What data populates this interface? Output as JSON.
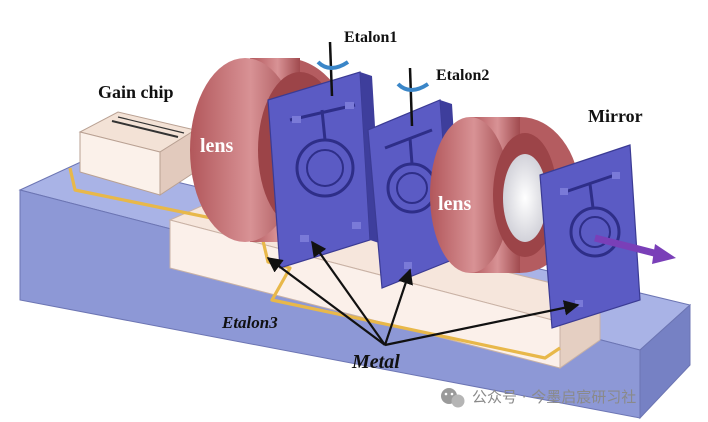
{
  "labels": {
    "gain_chip": "Gain chip",
    "etalon1": "Etalon1",
    "etalon2": "Etalon2",
    "etalon3": "Etalon3",
    "lens_left": "lens",
    "lens_right": "lens",
    "mirror": "Mirror",
    "metal": "Metal"
  },
  "watermark": {
    "text": "公众号 · 今墨启宸研习社",
    "icon": "wechat-icon"
  },
  "colors": {
    "base_top": "#a9b3e6",
    "base_front": "#8d98d6",
    "platform": "#f6e6dc",
    "lens": "#c77a7c",
    "etalon": "#5b5bc4",
    "heater": "#e8b84a",
    "beam": "#7a3fb8",
    "arrow": "#111111"
  }
}
